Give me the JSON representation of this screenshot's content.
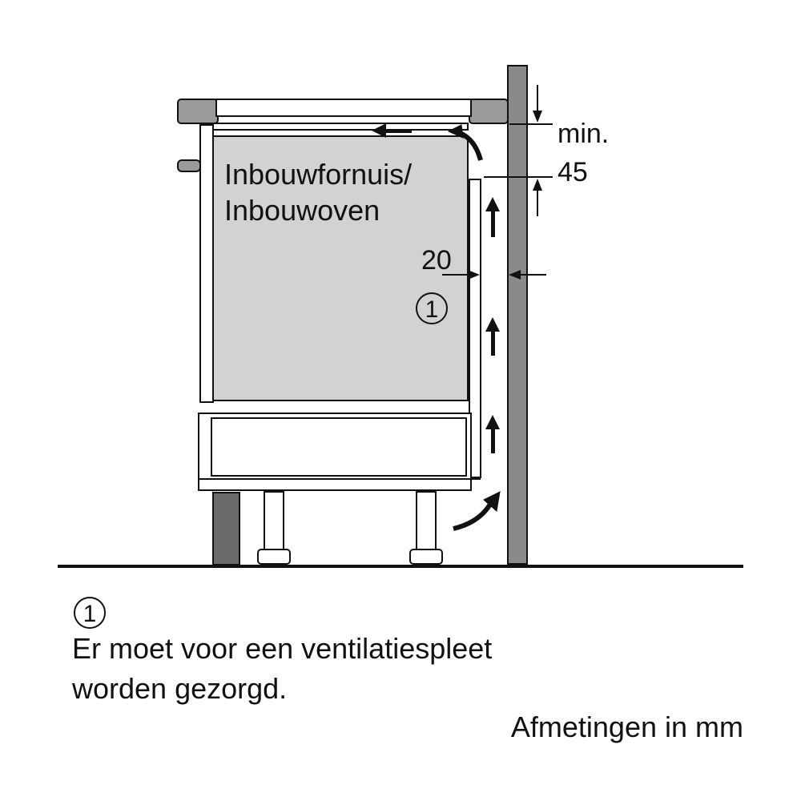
{
  "labels": {
    "appliance_line1": "Inbouwfornuis/",
    "appliance_line2": "Inbouwoven",
    "gap_side": "20",
    "gap_top_line1": "min.",
    "gap_top_line2": "45",
    "marker": "1"
  },
  "legend": {
    "marker": "1",
    "line1": "Er moet voor een ventilatiespleet",
    "line2": "worden gezorgd.",
    "units": "Afmetingen in mm"
  },
  "colors": {
    "stroke": "#111111",
    "appliance_fill": "#d2d2d2",
    "wall_fill": "#8a8a8a",
    "worktop_fill": "#9a9a9a",
    "plinth_fill": "#6a6a6a",
    "white": "#ffffff"
  }
}
